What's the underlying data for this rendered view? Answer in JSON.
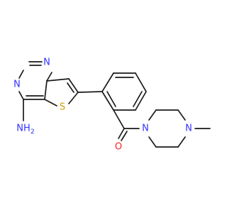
{
  "molecule": {
    "atoms": {
      "n1": {
        "label": "N",
        "color": "#3333ff"
      },
      "n3": {
        "label": "N",
        "color": "#3333ff"
      },
      "s": {
        "label": "S",
        "color": "#c8a000"
      },
      "nh2": {
        "label": "NH",
        "subscript": "2",
        "color": "#3333ff"
      },
      "o": {
        "label": "O",
        "color": "#ff2020"
      },
      "n_pip1": {
        "label": "N",
        "color": "#3333ff"
      },
      "n_pip4": {
        "label": "N",
        "color": "#3333ff"
      }
    }
  }
}
